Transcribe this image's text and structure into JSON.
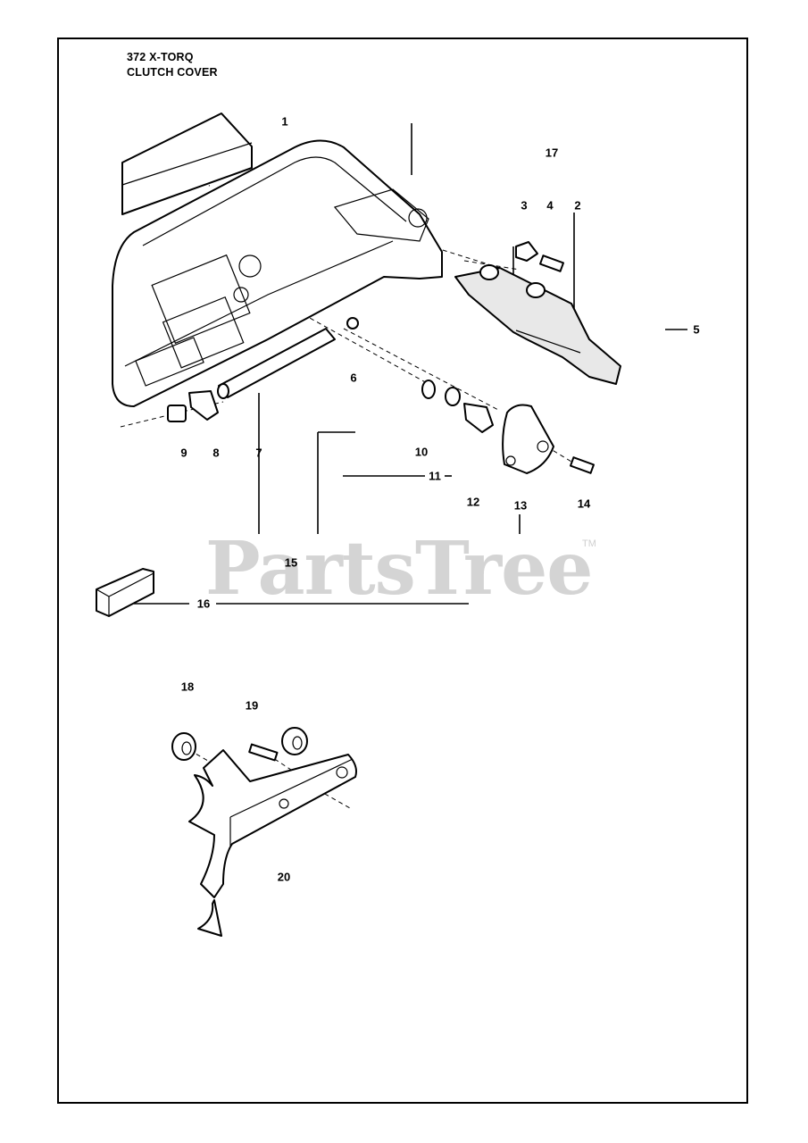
{
  "header": {
    "model": "372 X-TORQ",
    "section": "CLUTCH COVER"
  },
  "watermark": {
    "brand": "PartsTree",
    "trademark": "TM"
  },
  "callouts": [
    {
      "id": "1",
      "label": "1"
    },
    {
      "id": "2",
      "label": "2"
    },
    {
      "id": "3",
      "label": "3"
    },
    {
      "id": "4",
      "label": "4"
    },
    {
      "id": "5",
      "label": "5"
    },
    {
      "id": "6",
      "label": "6"
    },
    {
      "id": "7",
      "label": "7"
    },
    {
      "id": "8",
      "label": "8"
    },
    {
      "id": "9",
      "label": "9"
    },
    {
      "id": "10",
      "label": "10"
    },
    {
      "id": "11",
      "label": "11"
    },
    {
      "id": "12",
      "label": "12"
    },
    {
      "id": "13",
      "label": "13"
    },
    {
      "id": "14",
      "label": "14"
    },
    {
      "id": "15",
      "label": "15"
    },
    {
      "id": "16",
      "label": "16"
    },
    {
      "id": "17",
      "label": "17"
    },
    {
      "id": "18",
      "label": "18"
    },
    {
      "id": "19",
      "label": "19"
    },
    {
      "id": "20",
      "label": "20"
    }
  ]
}
